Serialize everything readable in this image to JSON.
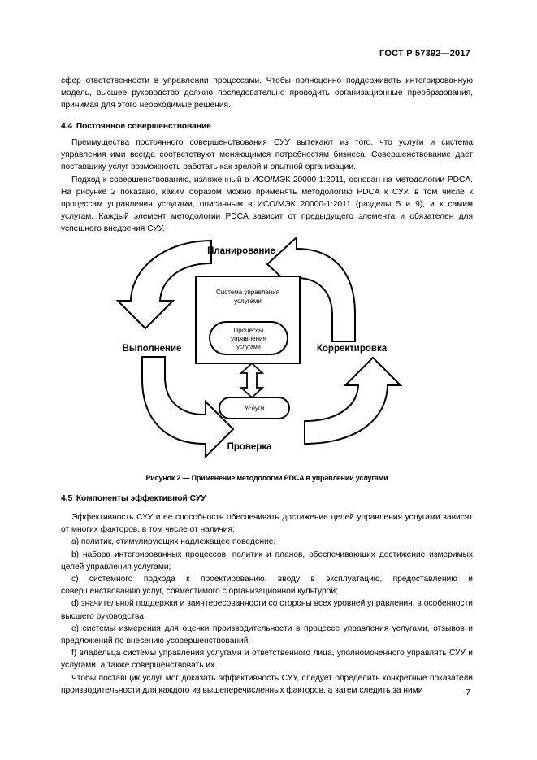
{
  "header": {
    "doc_number": "ГОСТ Р 57392—2017"
  },
  "intro_paragraph": "сфер ответственности в управлении процессами. Чтобы полноценно поддерживать интегрированную модель, высшее руководство должно последовательно проводить организационные преобразования, принимая для этого необходимые решения.",
  "section_4_4": {
    "number": "4.4",
    "title": "Постоянное совершенствование",
    "paragraphs": [
      "Преимущества постоянного совершенствования СУУ вытекают из того, что услуги и система управления ими всегда соответствуют меняющимся потребностям бизнеса. Совершенствование дает поставщику услуг возможность работать как зрелой и опытной организации.",
      "Подход к совершенствованию, изложенный в ИСО/МЭК 20000-1:2011, основан на методологии PDCA. На рисунке 2 показано, каким образом можно применять методологию PDCA к СУУ, в том числе к процессам управления услугами, описанным в ИСО/МЭК 20000-1:2011 (разделы 5 и 9), и к самим услугам. Каждый элемент методологии PDCA зависит от предыдущего элемента и обязателен для успешного внедрения СУУ."
    ]
  },
  "figure": {
    "label_plan": "Планирование",
    "label_do": "Выполнение",
    "label_act": "Корректировка",
    "label_check": "Проверка",
    "sms_line1": "Система управления",
    "sms_line2": "услугами",
    "proc_line1": "Процессы",
    "proc_line2": "управления",
    "proc_line3": "услугами",
    "services": "Услуги",
    "caption": "Рисунок 2 — Применение методологии PDCA в управлении услугами"
  },
  "section_4_5": {
    "number": "4.5",
    "title": "Компоненты эффективной СУУ",
    "intro": "Эффективность СУУ и ее способность обеспечивать достижение целей управления услугами зависят от многих факторов, в том числе от наличия:",
    "items": [
      "а) политик, стимулирующих надлежащее поведение;",
      "b) набора интегрированных процессов, политик и планов, обеспечивающих достижение измеримых целей управления услугами;",
      "с) системного подхода к проектированию, вводу в эксплуатацию, предоставлению и совершенствованию услуг, совместимого с организационной культурой;",
      "d) значительной поддержки и заинтересованности со стороны всех уровней управления, в особенности высшего руководства;",
      "е) системы измерения для оценки производительности в процессе управления услугами, отзывов и предложений по внесению усовершенствований;",
      "f) владельца системы управления услугами и ответственного лица, уполномоченного управлять СУУ и услугами, а также совершенствовать их."
    ],
    "closing": "Чтобы поставщик услуг мог доказать эффективность СУУ, следует определить конкретные показатели производительности для каждого из вышеперечисленных факторов, а затем следить за ними"
  },
  "footer": {
    "page_number": "7"
  }
}
